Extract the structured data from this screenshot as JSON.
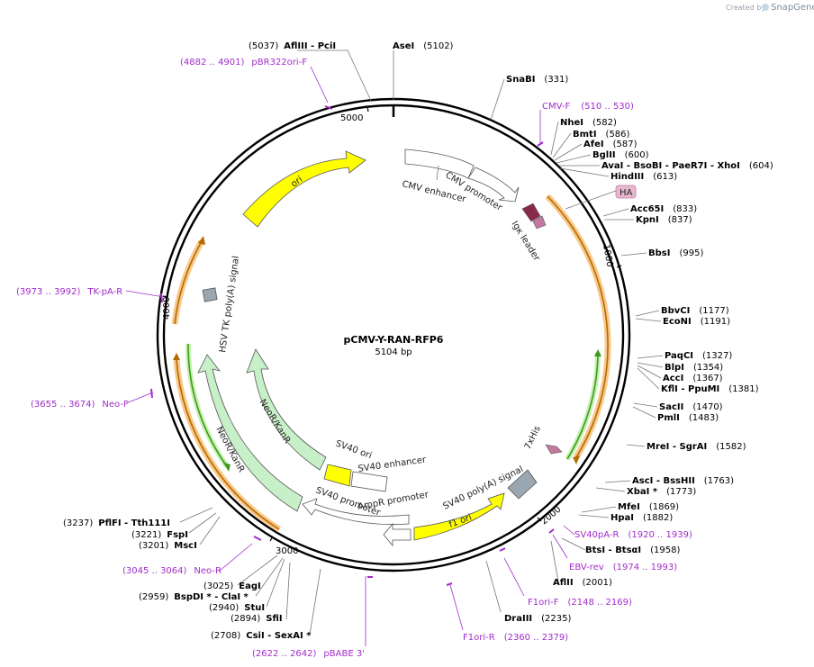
{
  "watermark": {
    "created_by": "Created by",
    "brand": "SnapGene"
  },
  "plasmid": {
    "name": "pCMV-Y-RAN-RFP6",
    "size": "5104 bp"
  },
  "ticks": [
    "5000",
    "1000",
    "2000",
    "3000",
    "4000"
  ],
  "features": {
    "ori": "ori",
    "cmv_enhancer": "CMV enhancer",
    "cmv_promoter": "CMV promoter",
    "igk_leader": "Igκ leader",
    "ha": "HA",
    "hsv_tk": "HSV TK poly(A) signal",
    "neo_inner": "NeoR/KanR",
    "neo_outer": "NeoR/KanR",
    "sv40_ori": "SV40 ori",
    "sv40_enh": "SV40 enhancer",
    "sv40_prom": "SV40 promoter",
    "ampr_prom": "AmpR promoter",
    "f1_ori": "f1 ori",
    "sv40_polya": "SV40 poly(A) signal",
    "his": "7xHis"
  },
  "sites": {
    "s1": {
      "name": "AflIII  -  PciI",
      "pos": "(5037)"
    },
    "s2": {
      "name": "AseI",
      "pos": "(5102)"
    },
    "s3": {
      "name": "SnaBI",
      "pos": "(331)"
    },
    "s4": {
      "name": "NheI",
      "pos": "(582)"
    },
    "s5": {
      "name": "BmtI",
      "pos": "(586)"
    },
    "s6": {
      "name": "AfeI",
      "pos": "(587)"
    },
    "s7": {
      "name": "BglII",
      "pos": "(600)"
    },
    "s8": {
      "name": "AvaI   -  BsoBI   -  PaeR7I   -  XhoI",
      "pos": "(604)"
    },
    "s9": {
      "name": "HindIII",
      "pos": "(613)"
    },
    "s10": {
      "name": "Acc65I",
      "pos": "(833)"
    },
    "s11": {
      "name": "KpnI",
      "pos": "(837)"
    },
    "s12": {
      "name": "BbsI",
      "pos": "(995)"
    },
    "s13": {
      "name": "BbvCI",
      "pos": "(1177)"
    },
    "s14": {
      "name": "EcoNI",
      "pos": "(1191)"
    },
    "s15": {
      "name": "PaqCI",
      "pos": "(1327)"
    },
    "s16": {
      "name": "BlpI",
      "pos": "(1354)"
    },
    "s17": {
      "name": "AccI",
      "pos": "(1367)"
    },
    "s18": {
      "name": "KflI  -  PpuMI",
      "pos": "(1381)"
    },
    "s19": {
      "name": "SacII",
      "pos": "(1470)"
    },
    "s20": {
      "name": "PmlI",
      "pos": "(1483)"
    },
    "s21": {
      "name": "MreI  -  SgrAI",
      "pos": "(1582)"
    },
    "s22": {
      "name": "AscI   -  BssHII",
      "pos": "(1763)"
    },
    "s23": {
      "name": "XbaI  *",
      "pos": "(1773)"
    },
    "s24": {
      "name": "MfeI",
      "pos": "(1869)"
    },
    "s25": {
      "name": "HpaI",
      "pos": "(1882)"
    },
    "s26": {
      "name": "BtsI   -  BtsαI",
      "pos": "(1958)"
    },
    "s27": {
      "name": "AflII",
      "pos": "(2001)"
    },
    "s28": {
      "name": "DraIII",
      "pos": "(2235)"
    },
    "s29": {
      "name": "CsiI   -  SexAI  *",
      "pos": "(2708)"
    },
    "s30": {
      "name": "SfiI",
      "pos": "(2894)"
    },
    "s31": {
      "name": "StuI",
      "pos": "(2940)"
    },
    "s32": {
      "name": "BspDI *  - ClaI *",
      "pos": "(2959)"
    },
    "s33": {
      "name": "EagI",
      "pos": "(3025)"
    },
    "s34": {
      "name": "MscI",
      "pos": "(3201)"
    },
    "s35": {
      "name": "FspI",
      "pos": "(3221)"
    },
    "s36": {
      "name": "PflFI   -  Tth111I",
      "pos": "(3237)"
    }
  },
  "primers": {
    "p1": {
      "name": "pBR322ori-F",
      "pos": "(4882 .. 4901)"
    },
    "p2": {
      "name": "CMV-F",
      "pos": "(510 .. 530)"
    },
    "p3": {
      "name": "TK-pA-R",
      "pos": "(3973 .. 3992)"
    },
    "p4": {
      "name": "Neo-F",
      "pos": "(3655 .. 3674)"
    },
    "p5": {
      "name": "Neo-R",
      "pos": "(3045 .. 3064)"
    },
    "p6": {
      "name": "pBABE 3'",
      "pos": "(2622 .. 2642)"
    },
    "p7": {
      "name": "F1ori-R",
      "pos": "(2360 .. 2379)"
    },
    "p8": {
      "name": "F1ori-F",
      "pos": "(2148 .. 2169)"
    },
    "p9": {
      "name": "EBV-rev",
      "pos": "(1974 .. 1993)"
    },
    "p10": {
      "name": "SV40pA-R",
      "pos": "(1920 .. 1939)"
    }
  }
}
